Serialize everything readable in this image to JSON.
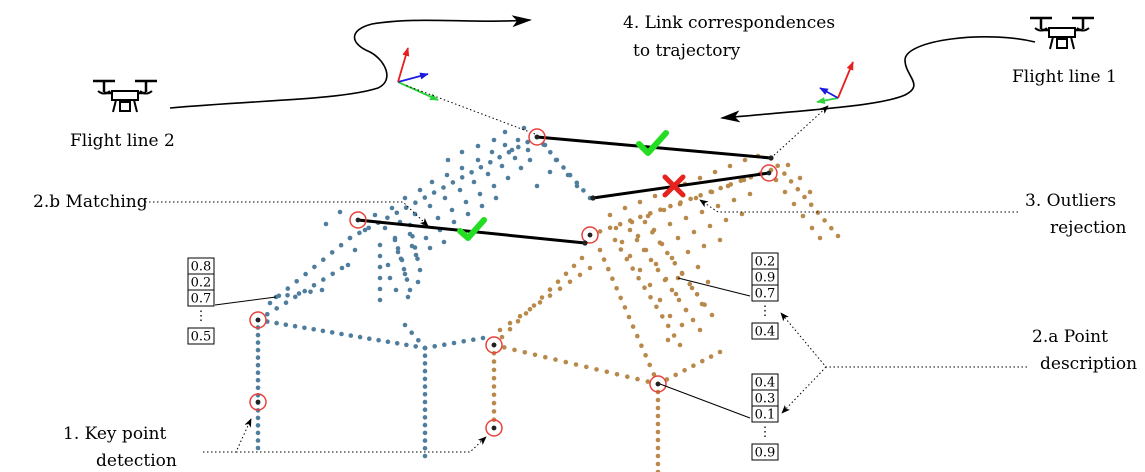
{
  "labels": {
    "flight_line_2": "Flight line 2",
    "flight_line_1": "Flight line 1",
    "step4_line1": "4. Link correspondences",
    "step4_line2": "to trajectory",
    "step2b": "2.b Matching",
    "step3_line1": "3. Outliers",
    "step3_line2": "rejection",
    "step2a_line1": "2.a Point",
    "step2a_line2": "description",
    "step1_line1": "1. Key point",
    "step1_line2": "detection"
  },
  "descriptors": {
    "left": [
      "0.8",
      "0.2",
      "0.7",
      "0.5"
    ],
    "mid": [
      "0.2",
      "0.9",
      "0.7",
      "0.4"
    ],
    "bottom": [
      "0.4",
      "0.3",
      "0.1",
      "0.9"
    ],
    "ellipsis": "⋮"
  },
  "icons": [
    "drone-icon-left",
    "drone-icon-right",
    "checkmark-icon",
    "cross-icon"
  ],
  "colors": {
    "blue_cloud": "#4e7d9e",
    "brown_cloud": "#b8894a",
    "keypoint_ring": "#e8413c",
    "check": "#22dd22",
    "cross": "#e8221c",
    "axis_x": "#2bd43b",
    "axis_y": "#1a1ae0",
    "axis_z": "#e81e1e"
  }
}
